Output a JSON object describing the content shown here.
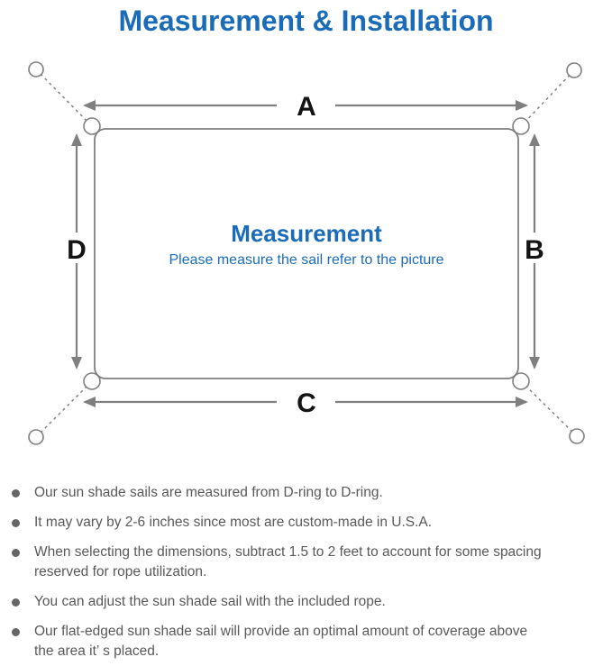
{
  "header": {
    "title": "Measurement & Installation"
  },
  "diagram": {
    "center_title": "Measurement",
    "center_subtitle": "Please measure the sail refer to the picture",
    "labels": {
      "top": "A",
      "right": "B",
      "bottom": "C",
      "left": "D"
    }
  },
  "bullets": [
    "Our sun shade sails are measured from D-ring to D-ring.",
    "It may vary by 2-6 inches since most are custom-made in U.S.A.",
    "When selecting the dimensions, subtract 1.5 to 2 feet to account for some spacing\nreserved for rope utilization.",
    "You can adjust the sun shade sail with the included rope.",
    "Our flat-edged sun shade sail will provide an optimal amount of coverage above\nthe area it’ s placed."
  ],
  "colors": {
    "title-blue": "#1b6cb8",
    "line-gray": "#7f7f7f",
    "letter-black": "#141414",
    "text-gray": "#595959",
    "dot-gray": "#666666",
    "bg": "#ffffff"
  }
}
